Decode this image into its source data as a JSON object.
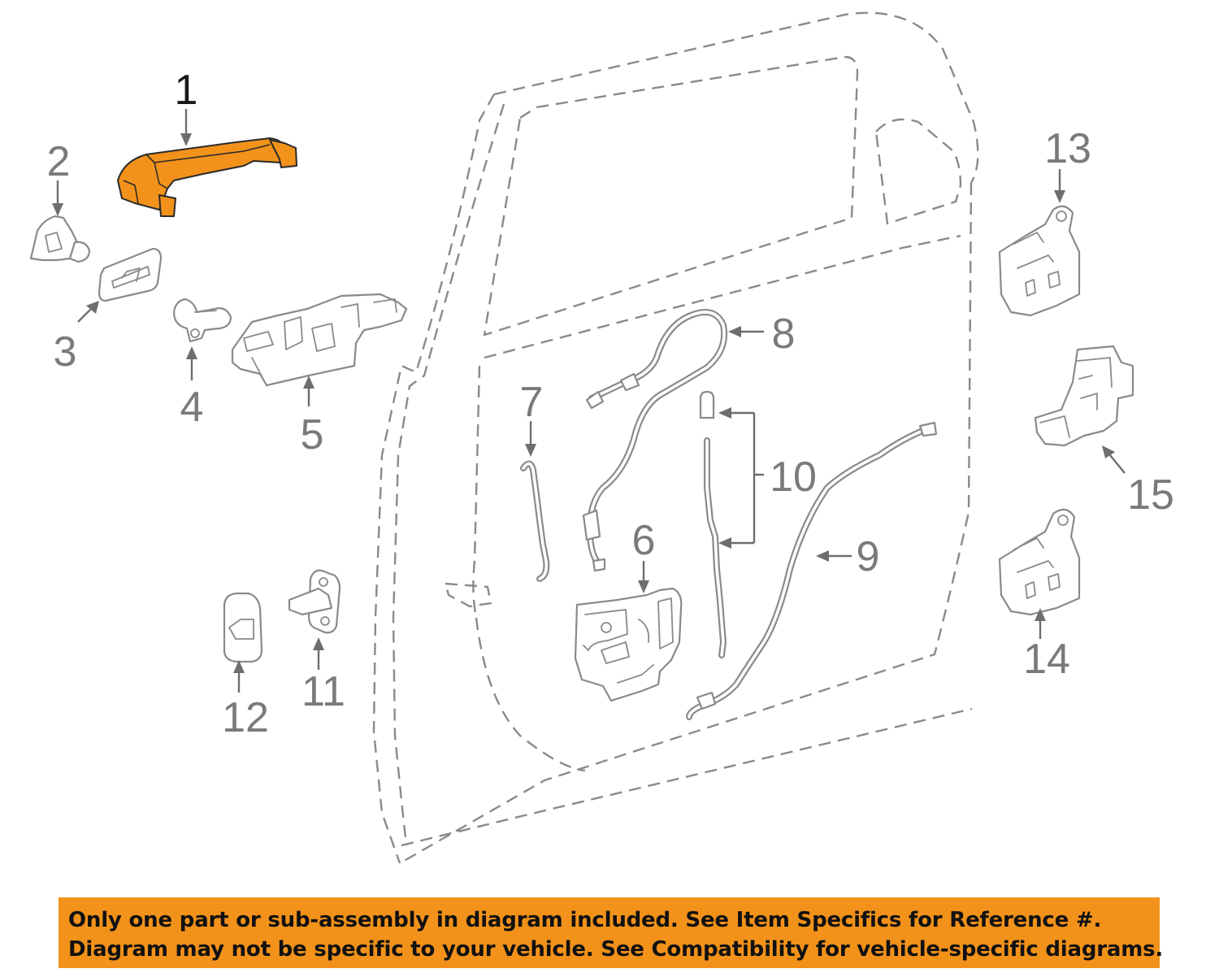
{
  "diagram": {
    "callouts": {
      "c1": "1",
      "c2": "2",
      "c3": "3",
      "c4": "4",
      "c5": "5",
      "c6": "6",
      "c7": "7",
      "c8": "8",
      "c9": "9",
      "c10": "10",
      "c11": "11",
      "c12": "12",
      "c13": "13",
      "c14": "14",
      "c15": "15"
    },
    "highlighted_callout": "1",
    "highlight_color": "#f2921a",
    "line_color": "#8a8a8a"
  },
  "disclaimer": {
    "line1": "Only one part or sub-assembly in diagram included. See Item Specifics for Reference #.",
    "line2": "Diagram may not be specific to your vehicle. See Compatibility for vehicle-specific diagrams.",
    "background": "#f2921a"
  }
}
